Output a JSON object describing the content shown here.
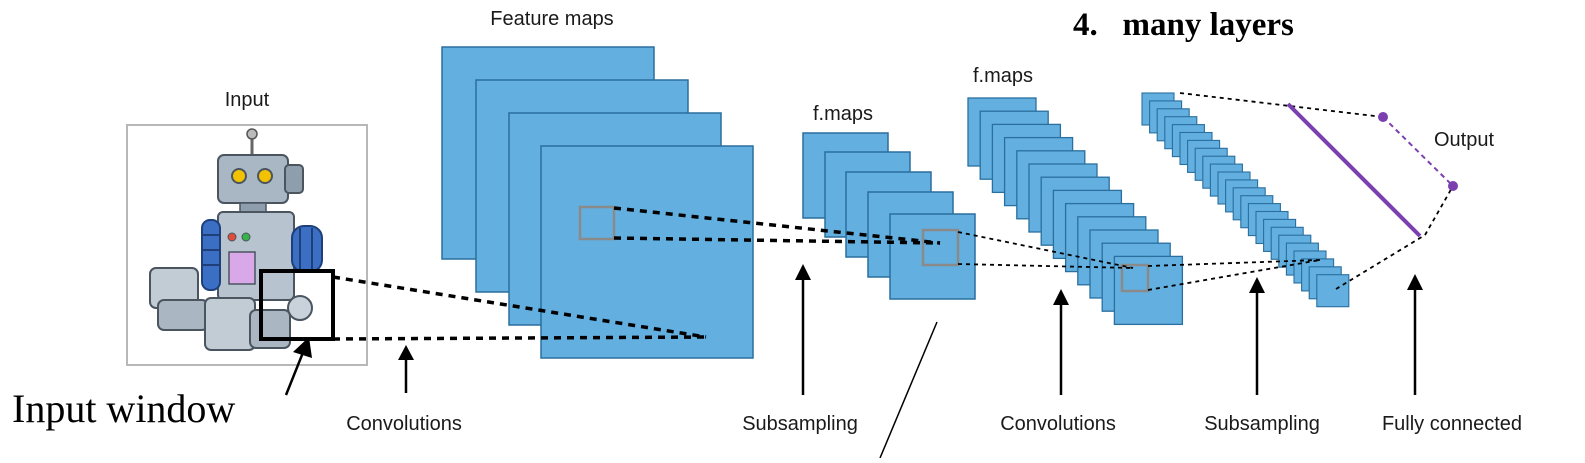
{
  "labels": {
    "feature_maps": "Feature maps",
    "input": "Input",
    "f_maps_1": "f.maps",
    "f_maps_2": "f.maps",
    "output": "Output",
    "many_layers": "4.   many layers",
    "input_window": "Input window",
    "convolutions_1": "Convolutions",
    "subsampling_1": "Subsampling",
    "convolutions_2": "Convolutions",
    "subsampling_2": "Subsampling",
    "fully_connected": "Fully connected"
  },
  "colors": {
    "map_fill": "#62afe0",
    "map_stroke": "#2a6f9e",
    "output_line": "#7b3fb0",
    "text": "#1a1a1a"
  }
}
